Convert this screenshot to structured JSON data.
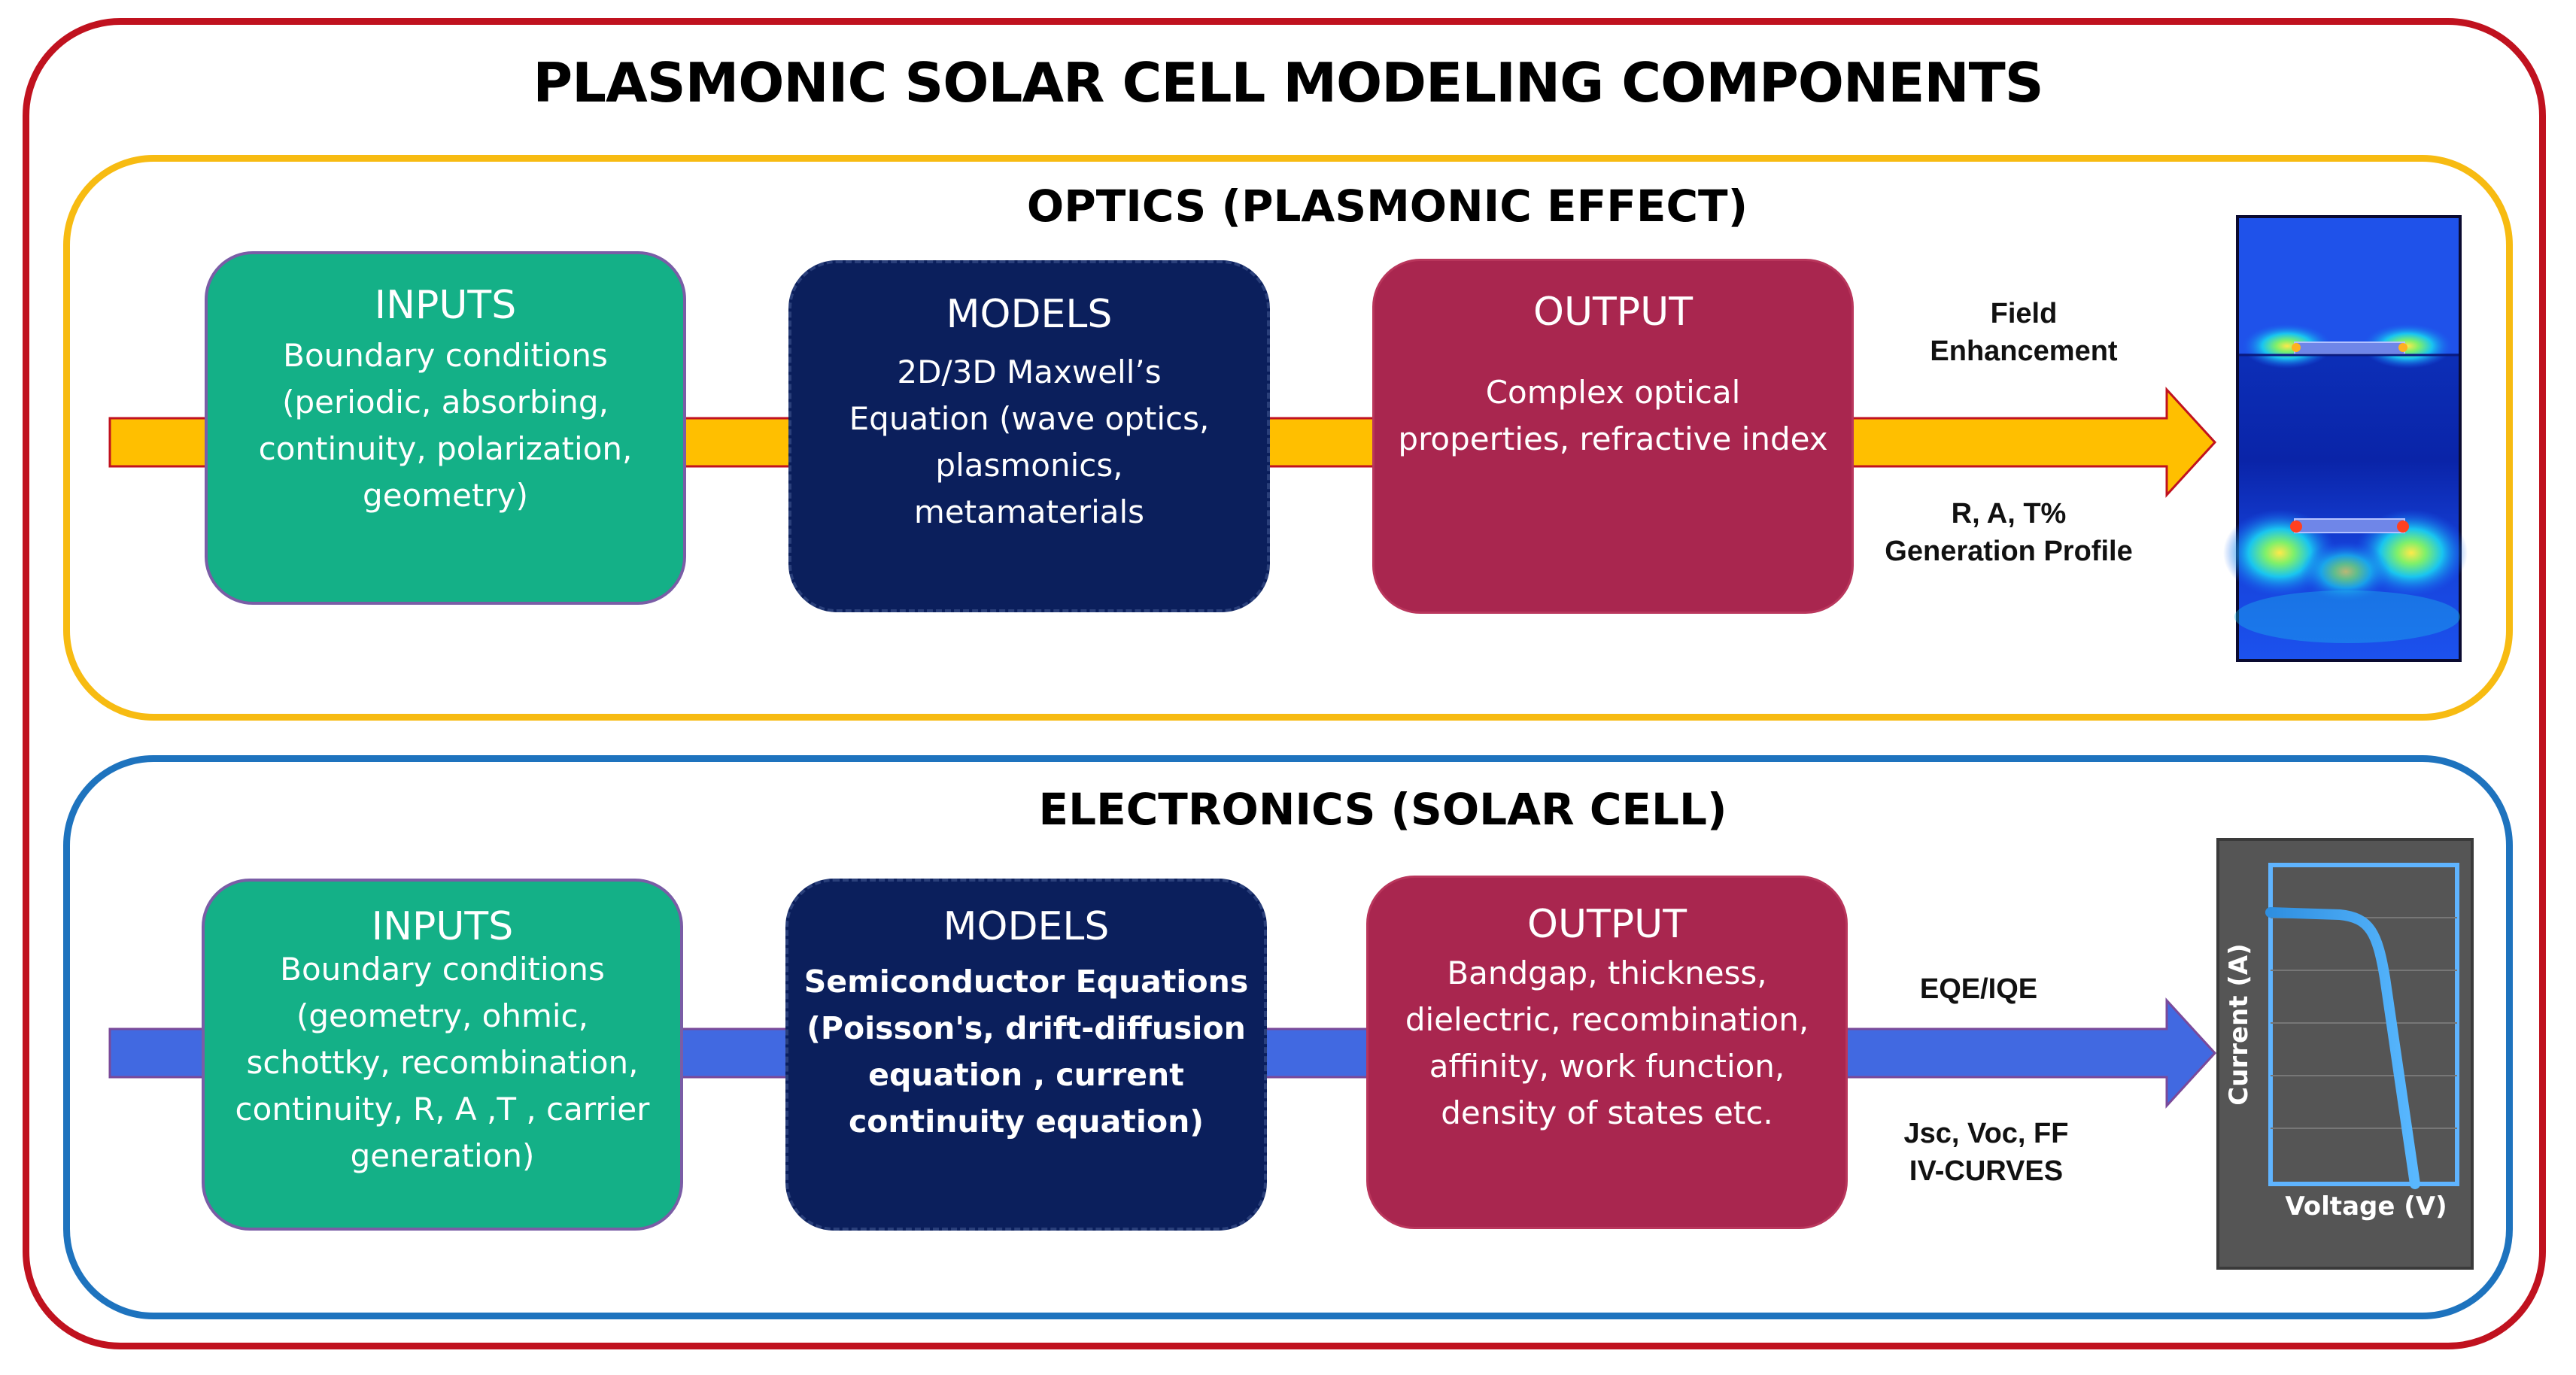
{
  "title": "PLASMONIC SOLAR CELL MODELING COMPONENTS",
  "optics": {
    "title": "OPTICS (PLASMONIC EFFECT)",
    "inputs": {
      "heading": "INPUTS",
      "lines": [
        "Boundary conditions",
        "(periodic, absorbing,",
        "continuity, polarization,",
        "geometry)"
      ]
    },
    "models": {
      "heading": "MODELS",
      "lines": [
        "2D/3D Maxwell’s",
        "Equation (wave optics,",
        "plasmonics,",
        "metamaterials"
      ]
    },
    "output": {
      "heading": "OUTPUT",
      "lines": [
        "Complex optical",
        "properties, refractive index"
      ]
    },
    "label_top": [
      "Field",
      "Enhancement"
    ],
    "label_bottom": [
      "R, A, T%",
      "Generation Profile"
    ]
  },
  "electronics": {
    "title": "ELECTRONICS (SOLAR CELL)",
    "inputs": {
      "heading": "INPUTS",
      "lines": [
        "Boundary conditions",
        "(geometry, ohmic,",
        "schottky, recombination,",
        "continuity, R, A ,T , carrier",
        "generation)"
      ]
    },
    "models": {
      "heading": "MODELS",
      "lines": [
        "Semiconductor Equations",
        "(Poisson's, drift-diffusion",
        "equation , current",
        "continuity equation)"
      ]
    },
    "output": {
      "heading": "OUTPUT",
      "lines": [
        "Bandgap, thickness,",
        "dielectric, recombination,",
        "affinity, work function,",
        "density of states etc."
      ]
    },
    "label_top": [
      "EQE/IQE"
    ],
    "label_bottom": [
      "Jsc, Voc, FF",
      "IV-CURVES"
    ]
  },
  "iv_chart": {
    "xlabel": "Voltage (V)",
    "ylabel": "Current (A)"
  },
  "colors": {
    "outer_border": "#c0121f",
    "optics_border": "#f7bb12",
    "electronics_border": "#1e73be",
    "inputs_fill": "#14b087",
    "models_fill": "#0b1f5c",
    "output_fill": "#a9264f",
    "optics_arrow": "#ffbf00",
    "electronics_arrow": "#4169e1"
  }
}
